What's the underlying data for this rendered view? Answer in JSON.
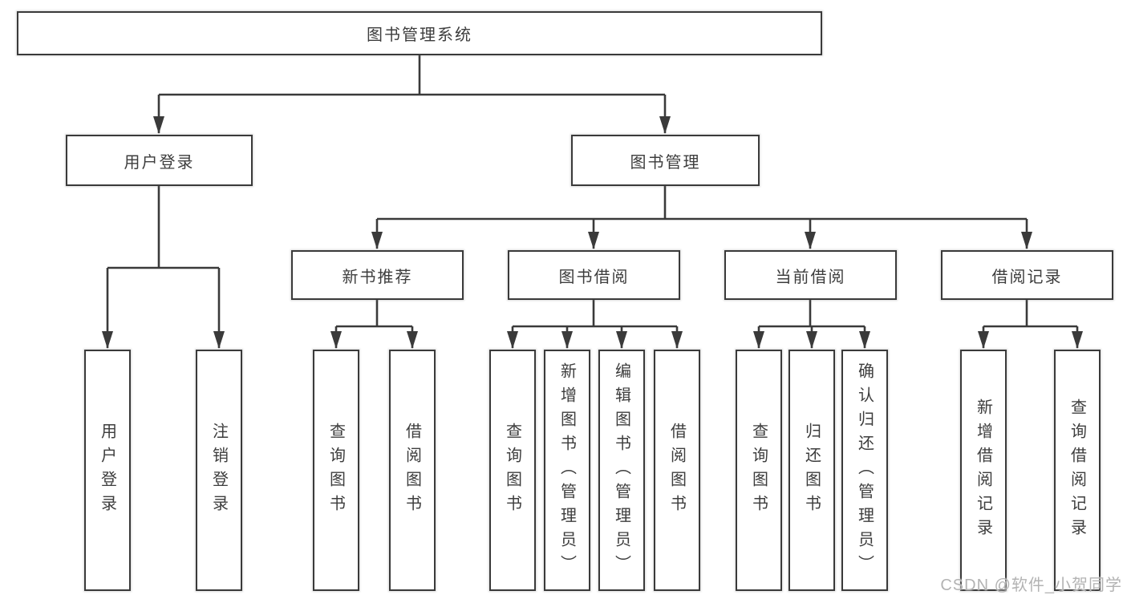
{
  "tree": {
    "root": {
      "label": "图书管理系统",
      "children": [
        {
          "label": "用户登录",
          "children": [
            {
              "label": "用户登录"
            },
            {
              "label": "注销登录"
            }
          ]
        },
        {
          "label": "图书管理",
          "children": [
            {
              "label": "新书推荐",
              "children": [
                {
                  "label": "查询图书"
                },
                {
                  "label": "借阅图书"
                }
              ]
            },
            {
              "label": "图书借阅",
              "children": [
                {
                  "label": "查询图书"
                },
                {
                  "label": "新增图书（管理员）"
                },
                {
                  "label": "编辑图书（管理员）"
                },
                {
                  "label": "借阅图书"
                }
              ]
            },
            {
              "label": "当前借阅",
              "children": [
                {
                  "label": "查询图书"
                },
                {
                  "label": "归还图书"
                },
                {
                  "label": "确认归还（管理员）"
                }
              ]
            },
            {
              "label": "借阅记录",
              "children": [
                {
                  "label": "新增借阅记录"
                },
                {
                  "label": "查询借阅记录"
                }
              ]
            }
          ]
        }
      ]
    }
  },
  "watermark": {
    "text": "CSDN @软件_小贺同学"
  },
  "colors": {
    "line": "#3a3a3a",
    "ink": "#3d3d3d",
    "watermark": "#b3b3b3",
    "background": "#ffffff"
  }
}
